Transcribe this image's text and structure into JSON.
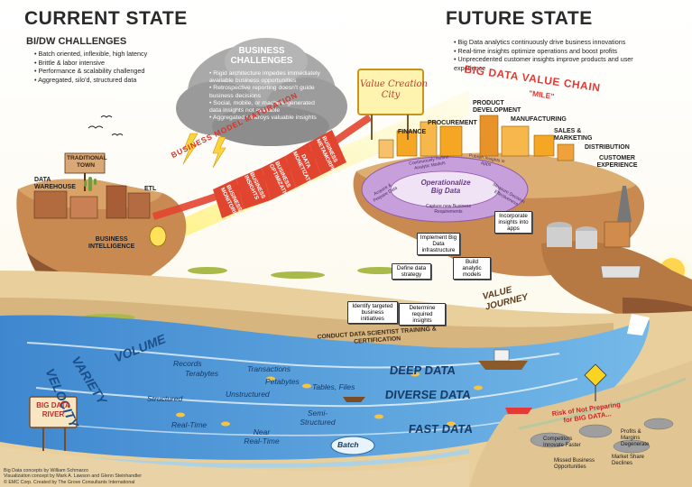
{
  "current_state": {
    "title": "CURRENT STATE",
    "subtitle": "BI/DW CHALLENGES",
    "bullets": [
      "Batch oriented, inflexible, high latency",
      "Brittle & labor intensive",
      "Performance & scalability challenged",
      "Aggregated, silo'd, structured data"
    ]
  },
  "business_challenges": {
    "title_line1": "BUSINESS",
    "title_line2": "CHALLENGES",
    "bullets": [
      "Rigid architecture impedes immediately available business opportunities",
      "Retrospective reporting doesn't guide business decisions",
      "Social, mobile, or machine-generated data insights not available",
      "Aggregated destroys valuable insights"
    ]
  },
  "future_state": {
    "title": "FUTURE STATE",
    "bullets": [
      "Big Data analytics continuously drive business innovations",
      "Real-time insights optimize operations and boost profits",
      "Unprecedented customer insights improve products and user experience"
    ]
  },
  "town": {
    "sign_line1": "TRADITIONAL",
    "sign_line2": "TOWN",
    "warehouse_line1": "DATA",
    "warehouse_line2": "WAREHOUSE",
    "etl": "ETL",
    "bi_line1": "BUSINESS",
    "bi_line2": "INTELLIGENCE"
  },
  "maturation": {
    "label": "BUSINESS MODEL MATURATION",
    "stages": [
      "BUSINESS MONITORING",
      "BUSINESS INSIGHTS",
      "BUSINESS OPTIMIZATION",
      "DATA MONETIZATION",
      "BUSINESS METAMORPHOSIS"
    ]
  },
  "value_city": {
    "billboard_line1": "Value Creation",
    "billboard_line2": "City"
  },
  "value_chain": {
    "title": "BIG DATA VALUE CHAIN",
    "subtitle": "\"MILE\"",
    "labels": [
      "FINANCE",
      "PROCUREMENT",
      "PRODUCT DEVELOPMENT",
      "MANUFACTURING",
      "SALES & MARKETING",
      "DISTRIBUTION",
      "CUSTOMER EXPERIENCE"
    ]
  },
  "operationalize": {
    "center_line1": "Operationalize",
    "center_line2": "Big Data",
    "ring": [
      "Continuously Refine Analytic Models",
      "Publish Insights in Apps",
      "Acquire & Prepare Data",
      "Capture new Business Requirements",
      "Measure Decision Effectiveness"
    ]
  },
  "value_journey": {
    "label_line1": "VALUE",
    "label_line2": "JOURNEY",
    "signs": [
      "Identify targeted business initiatives",
      "Determine required insights",
      "Define data strategy",
      "Build analytic models",
      "Implement Big Data infrastructure",
      "Incorporate insights into apps"
    ],
    "road": "CONDUCT DATA SCIENTIST TRAINING & CERTIFICATION"
  },
  "river": {
    "sign_line1": "BIG DATA",
    "sign_line2": "RIVER",
    "streams": [
      "VOLUME",
      "VARIETY",
      "VELOCITY"
    ],
    "items": [
      "Records",
      "Terabytes",
      "Transactions",
      "Petabytes",
      "Tables, Files",
      "Structured",
      "Unstructured",
      "Semi-Structured",
      "Real-Time",
      "Near Real-Time",
      "Batch"
    ],
    "data_types": [
      "DEEP DATA",
      "DIVERSE DATA",
      "FAST DATA"
    ]
  },
  "risk": {
    "title_line1": "Risk of Not Preparing",
    "title_line2": "for BIG DATA...",
    "items": [
      "Competitors Innovate Faster",
      "Profits & Margins Degenerate",
      "Missed Business Opportunities",
      "Market Share Declines"
    ]
  },
  "credits": [
    "Big Data concepts by William Schmarzo",
    "Visualization concept by Mark A. Lawson and Glenn Steinhandler",
    "© EMC Corp. Created by The Grove Consultants International"
  ],
  "colors": {
    "sky": "#fdfbef",
    "cliff": "#c98a52",
    "cliff_dark": "#8e5631",
    "river": "#4f96d6",
    "river_light": "#9fd2f2",
    "ribbon": "#e2452f",
    "grass": "#a9b94a",
    "ring": "#d9c4e6"
  }
}
